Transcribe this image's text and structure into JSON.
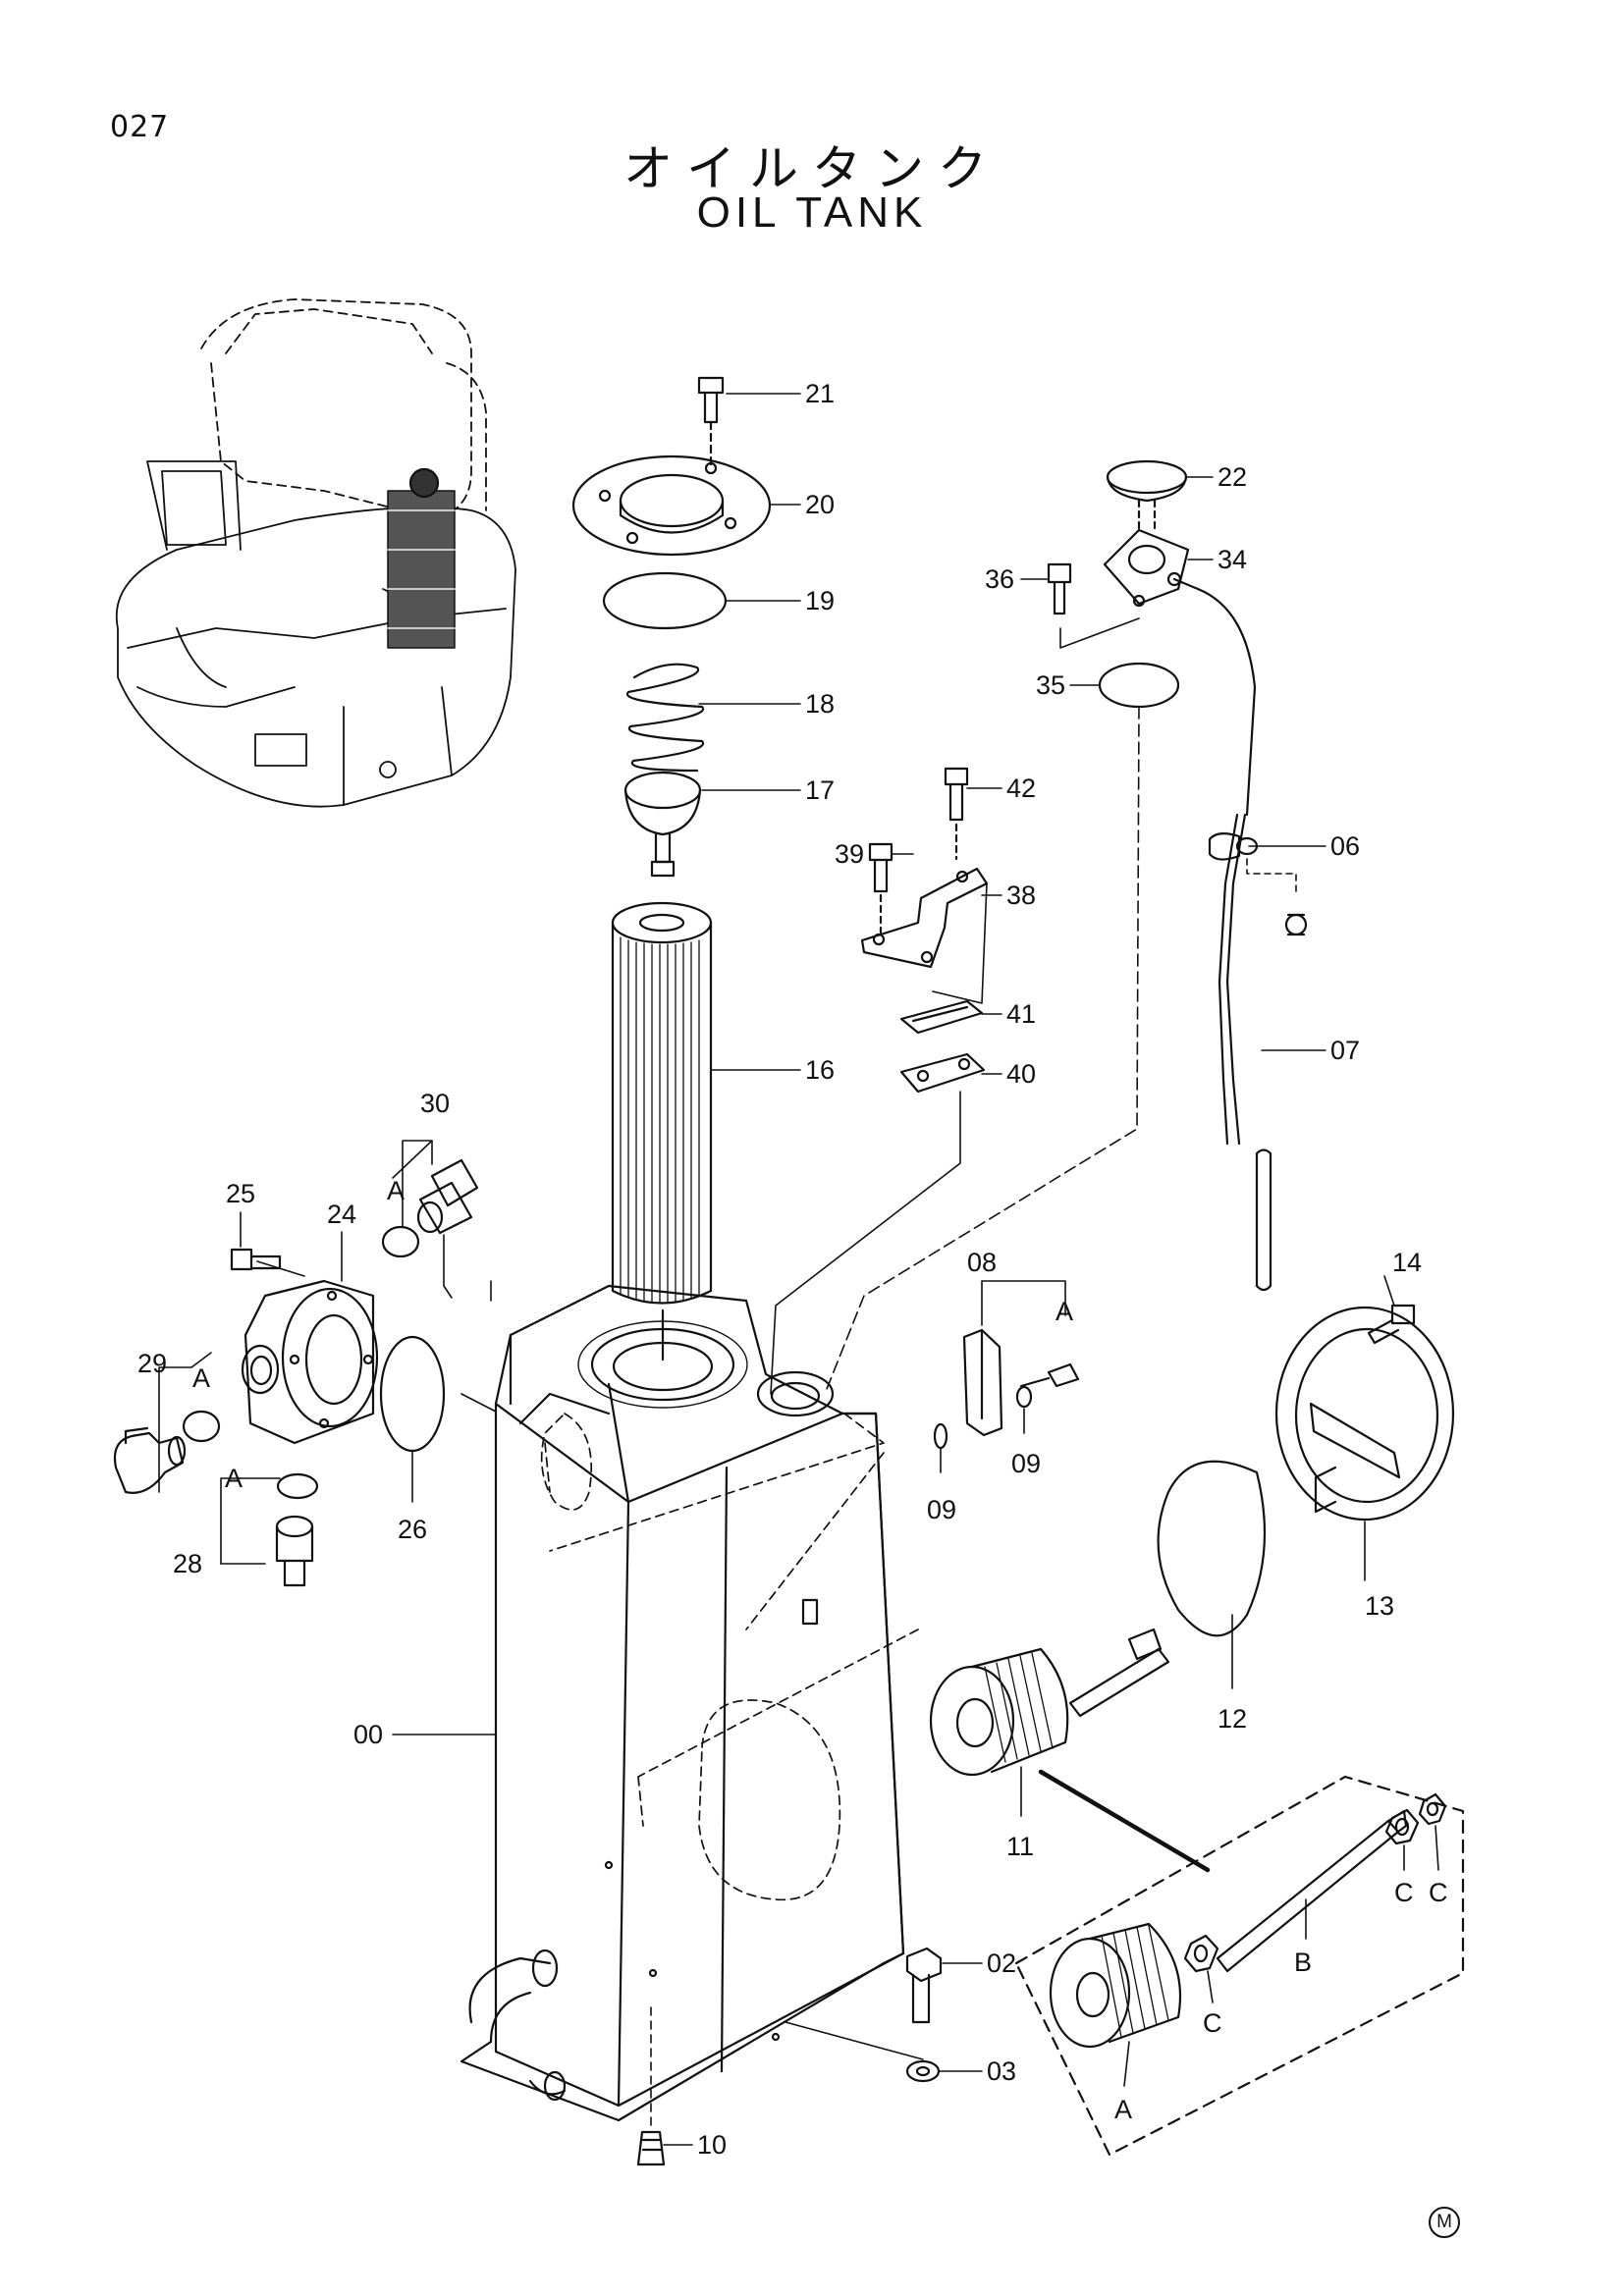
{
  "page_number": "027",
  "title_jp": "オイルタンク",
  "title_en": "OIL  TANK",
  "callouts": {
    "c00": "00",
    "c02": "02",
    "c03": "03",
    "c06": "06",
    "c07": "07",
    "c08": "08",
    "c09a": "09",
    "c09b": "09",
    "c10": "10",
    "c11": "11",
    "c12": "12",
    "c13": "13",
    "c14": "14",
    "c16": "16",
    "c17": "17",
    "c18": "18",
    "c19": "19",
    "c20": "20",
    "c21": "21",
    "c22": "22",
    "c24": "24",
    "c25": "25",
    "c26": "26",
    "c28": "28",
    "c29": "29",
    "c30": "30",
    "c34": "34",
    "c35": "35",
    "c36": "36",
    "c38": "38",
    "c39": "39",
    "c40": "40",
    "c41": "41",
    "c42": "42"
  },
  "letters": {
    "a_30": "A",
    "a_29": "A",
    "a_28": "A",
    "a_08": "A",
    "a_kit": "A",
    "b_kit": "B",
    "c_kit1": "C",
    "c_kit2": "C",
    "c_kit3": "C"
  },
  "mark": "M"
}
